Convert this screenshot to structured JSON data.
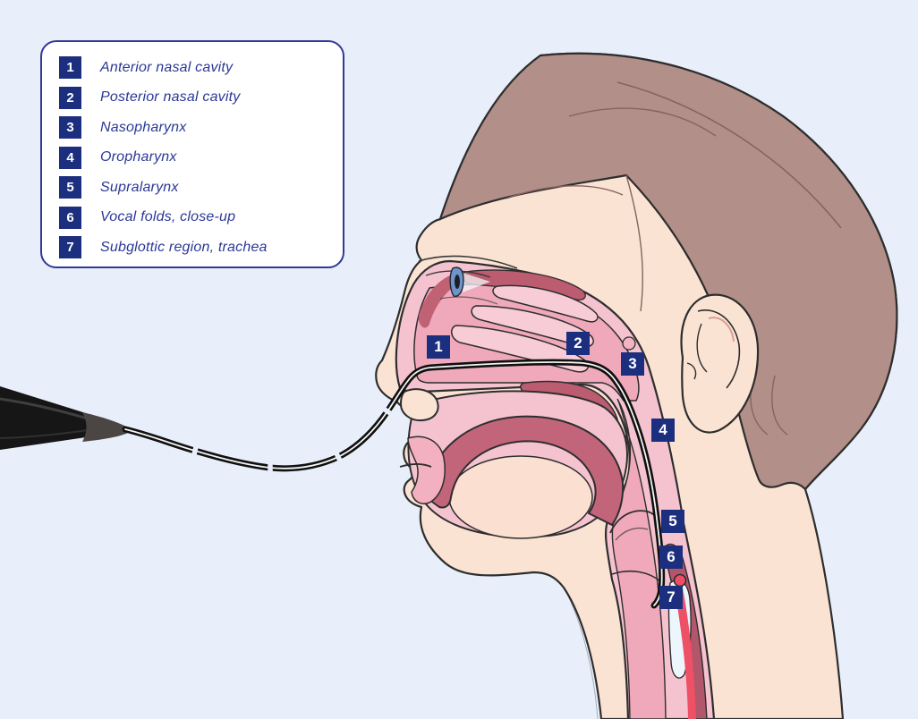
{
  "legend": {
    "items": [
      {
        "number": "1",
        "label": "Anterior nasal cavity"
      },
      {
        "number": "2",
        "label": "Posterior nasal cavity"
      },
      {
        "number": "3",
        "label": "Nasopharynx"
      },
      {
        "number": "4",
        "label": "Oropharynx"
      },
      {
        "number": "5",
        "label": "Supralarynx"
      },
      {
        "number": "6",
        "label": "Vocal folds, close-up"
      },
      {
        "number": "7",
        "label": "Subglottic region, trachea"
      }
    ]
  },
  "markers": [
    {
      "number": "1"
    },
    {
      "number": "2"
    },
    {
      "number": "3"
    },
    {
      "number": "4"
    },
    {
      "number": "5"
    },
    {
      "number": "6"
    },
    {
      "number": "7"
    }
  ],
  "colors": {
    "background": "#e9effa",
    "badge_navy": "#1c2e7e",
    "legend_text_navy": "#2b3896",
    "skin": "#fbe3d4",
    "hair": "#b28f88",
    "mucosa_light_pink": "#f5c3d0",
    "cavity_pink": "#efa9ba",
    "dark_rose": "#bb5c70",
    "tongue_rose": "#c2657a",
    "trachea_lumen": "#ecf6fc",
    "vocal_fold_red": "#ee4f64",
    "endoscope_black": "#161616",
    "endoscope_tip_gray": "#4b4644"
  }
}
